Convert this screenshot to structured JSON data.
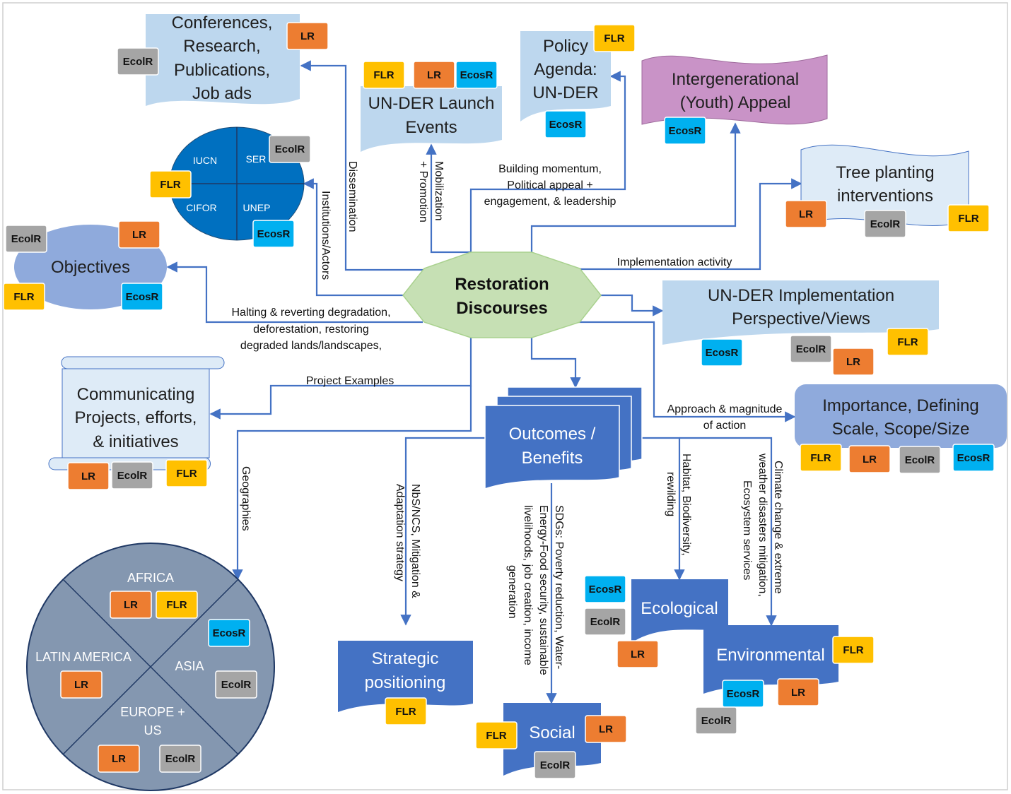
{
  "center": {
    "line1": "Restoration",
    "line2": "Discourses"
  },
  "tags": {
    "lr": "LR",
    "flr": "FLR",
    "ecosr": "EcosR",
    "ecolr": "EcolR"
  },
  "colors": {
    "lr": "#ed7d31",
    "flr": "#ffc000",
    "ecosr": "#00b0f0",
    "ecolr": "#a5a5a5",
    "line": "#4472c4",
    "center": "#c6e0b4"
  },
  "nodes": {
    "conferences": [
      "Conferences,",
      "Research,",
      "Publications,",
      "Job ads"
    ],
    "launch": [
      "UN-DER Launch",
      "Events"
    ],
    "policy": [
      "Policy",
      "Agenda:",
      "UN-DER"
    ],
    "youth": [
      "Intergenerational",
      "(Youth) Appeal"
    ],
    "tree": [
      "Tree planting",
      "interventions"
    ],
    "objectives": "Objectives",
    "implementation": [
      "UN-DER Implementation",
      "Perspective/Views"
    ],
    "communicating": [
      "Communicating",
      "Projects, efforts,",
      "& initiatives"
    ],
    "importance": [
      "Importance, Defining",
      "Scale, Scope/Size"
    ],
    "outcomes": [
      "Outcomes /",
      "Benefits"
    ],
    "strategic": [
      "Strategic",
      "positioning"
    ],
    "social": "Social",
    "ecological": "Ecological",
    "environmental": "Environmental"
  },
  "institutions": {
    "iucn": "IUCN",
    "ser": "SER",
    "cifor": "CIFOR",
    "unep": "UNEP"
  },
  "geographies": {
    "africa": "AFRICA",
    "latam": "LATIN AMERICA",
    "asia": "ASIA",
    "europe_l1": "EUROPE +",
    "europe_l2": "US"
  },
  "edges": {
    "dissemination": "Dissemination",
    "mobilization": [
      "Mobilization",
      "+ Promotion"
    ],
    "momentum": [
      "Building momentum,",
      "Political appeal +",
      "engagement, & leadership"
    ],
    "institutions": "Institutions/Actors",
    "implementation_activity": "Implementation activity",
    "halting": [
      "Halting & reverting degradation,",
      "deforestation, restoring",
      "degraded lands/landscapes,"
    ],
    "project_examples": "Project Examples",
    "approach": [
      "Approach & magnitude",
      "of action"
    ],
    "geographies": "Geographies",
    "nbs": [
      "NbS/NCS, Mitigation &",
      "Adaptation strategy"
    ],
    "sdgs": [
      "SDGs: Poverty reduction, Water-",
      "Energy-Food security, sustainable",
      "livelihoods, job creation, income",
      "generation"
    ],
    "habitat": [
      "Habitat, Biodiversity,",
      "rewilding"
    ],
    "climate": [
      "Climate change & extreme",
      "weather disasters mitigation,",
      "Ecosystem services"
    ]
  }
}
